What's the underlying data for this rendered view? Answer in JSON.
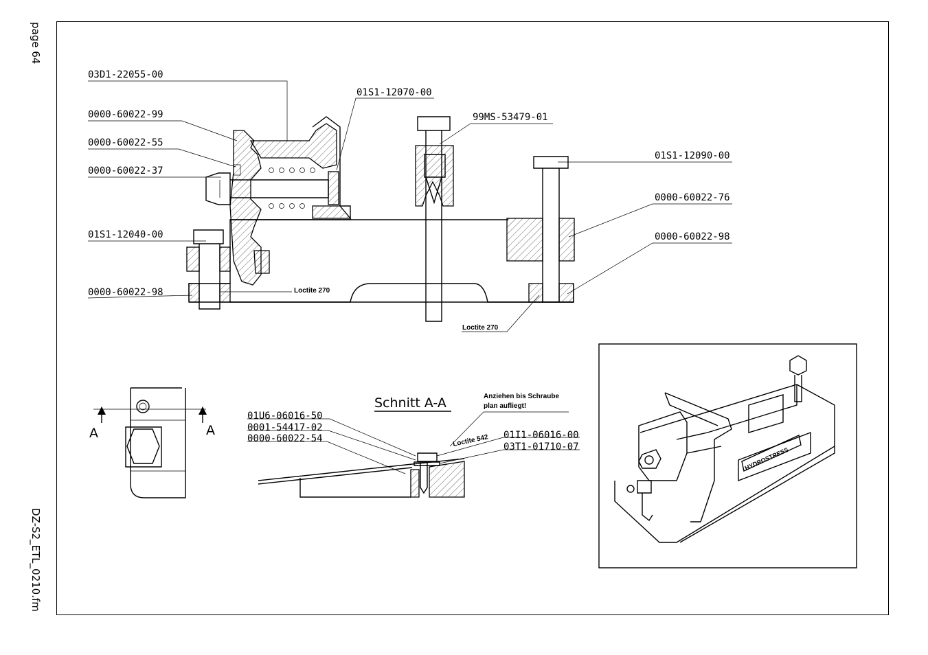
{
  "page": {
    "page_number": "page 64",
    "file_name": "DZ-S2_ETL_0210.fm"
  },
  "drawing": {
    "main_labels": {
      "p1": "03D1-22055-00",
      "p2": "0000-60022-99",
      "p3": "0000-60022-55",
      "p4": "0000-60022-37",
      "p5": "01S1-12070-00",
      "p6": "99MS-53479-01",
      "p7": "01S1-12090-00",
      "p8": "0000-60022-76",
      "p9": "0000-60022-98",
      "p10": "01S1-12040-00",
      "p11": "0000-60022-98"
    },
    "notes": {
      "loctite_a": "Loctite 270",
      "loctite_b": "Loctite 270",
      "loctite_c": "Loctite 542",
      "tighten_1": "Anziehen bis Schraube",
      "tighten_2": "plan aufliegt!"
    },
    "section": {
      "title": "Schnitt A-A",
      "marker_left": "A",
      "marker_right": "A",
      "l1": "01U6-06016-50",
      "l2": "0001-54417-02",
      "l3": "0000-60022-54",
      "r1": "01I1-06016-00",
      "r2": "03T1-01710-07"
    },
    "brand": "HYDROSTRESS"
  }
}
